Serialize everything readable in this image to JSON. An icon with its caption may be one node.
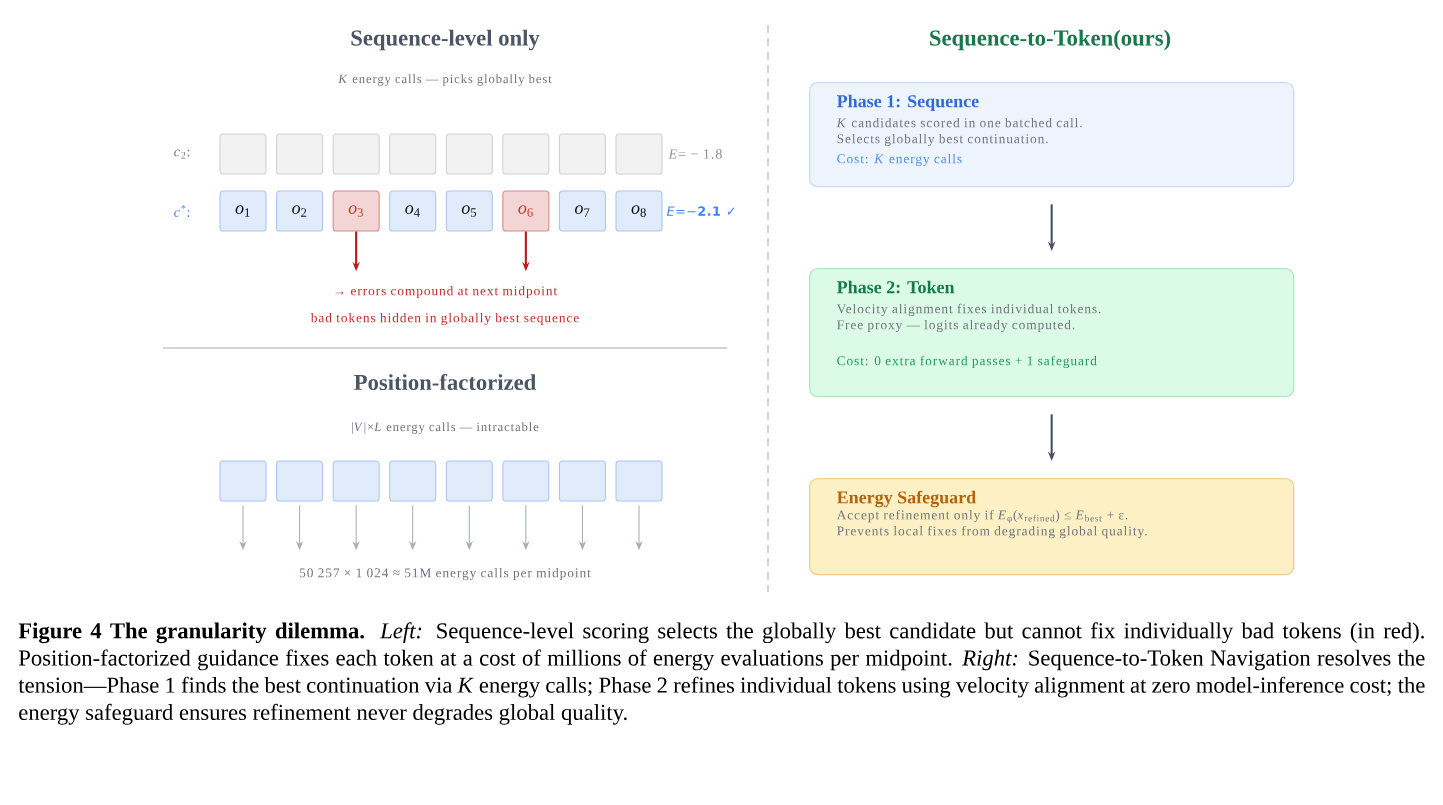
{
  "diagram": {
    "caption": "**Figure 4 The granularity dilemma.** *Left:* Sequence-level scoring selects the globally best candidate but cannot fix individually bad tokens (in red). Position-factorized guidance fixes each token at a cost of millions of energy evaluations per midpoint. *Right:* Sequence-to-Token Navigation resolves the tension—Phase 1 finds the best continuation via *K* energy calls; Phase 2 refines individual tokens using velocity alignment at zero model-inference cost; the energy safeguard ensures refinement never degrades global quality.",
    "nodes": [
      {
        "text": [],
        "shape": "box"
      },
      {
        "text": [],
        "shape": "box"
      },
      {
        "text": [],
        "shape": "box"
      },
      {
        "text": [],
        "shape": "box"
      },
      {
        "text": [],
        "shape": "box"
      },
      {
        "text": [],
        "shape": "box"
      },
      {
        "text": [],
        "shape": "box"
      },
      {
        "text": [],
        "shape": "box"
      },
      {
        "text": [
          "*o*$_{1}$"
        ]
      },
      {
        "text": [
          "*o*$_{2}$"
        ]
      },
      {
        "text": [
          "*o*$_{3}$"
        ]
      },
      {
        "text": [
          "*o*$_{4}$"
        ]
      },
      {
        "text": [
          "*o*$_{5}$"
        ]
      },
      {
        "text": [
          "*o*$_{6}$"
        ]
      },
      {
        "text": [
          "*o*$_{7}$"
        ]
      },
      {
        "text": [
          "*o*$_{8}$"
        ]
      },
      {
        "text": [],
        "shape": "box"
      },
      {
        "text": [],
        "shape": "box"
      },
      {
        "text": [],
        "shape": "box"
      },
      {
        "text": [],
        "shape": "box"
      },
      {
        "text": [],
        "shape": "box"
      },
      {
        "text": [],
        "shape": "box"
      },
      {
        "text": [],
        "shape": "box"
      },
      {
        "text": [],
        "shape": "box"
      },
      {
        "text": [
          "Phase 1: Sequence",
          "*K* candidates scored in one batched call.",
          "Selects globally best continuation.",
          "Cost: *K* energy calls"
        ]
      },
      {
        "text": [
          "Phase 2: Token",
          "Velocity alignment fixes individual tokens.",
          "Free proxy — logits already computed.",
          "Cost: 0 extra forward passes + 1 safeguard"
        ]
      },
      {
        "text": [
          "Energy Safeguard",
          "Accept refinement only if *E*$_{φ}$(*x*$_{refined}$) ≤ *E*$_{best}$ + ε.",
          "Prevents local fixes from degrading global quality."
        ]
      },
      {
        "text": [
          "→ errors compound at next midpoint"
        ]
      },
      {
        "text": [
          "50 257 × 1 024 ≈ 51M energy calls per midpoint"
        ]
      }
    ],
    "edges": [
      {
        "from": 10,
        "to": 27,
        "arrow": "to",
        "color": "#b71c1c"
      },
      {
        "from": 13,
        "to": 27,
        "arrow": "to",
        "color": "#b71c1c"
      },
      {
        "from": 16,
        "to": 28,
        "arrow": "to"
      },
      {
        "from": 17,
        "to": 28,
        "arrow": "to"
      },
      {
        "from": 18,
        "to": 28,
        "arrow": "to"
      },
      {
        "from": 19,
        "to": 28,
        "arrow": "to"
      },
      {
        "from": 20,
        "to": 28,
        "arrow": "to"
      },
      {
        "from": 21,
        "to": 28,
        "arrow": "to"
      },
      {
        "from": 22,
        "to": 28,
        "arrow": "to"
      },
      {
        "from": 23,
        "to": 28,
        "arrow": "to"
      },
      {
        "from": 24,
        "to": 25,
        "arrow": "to",
        "color": "#4b5160"
      },
      {
        "from": 25,
        "to": 26,
        "arrow": "to",
        "color": "#4b5160"
      }
    ],
    "labels": [
      "Sequence-level only",
      "*K* energy calls — picks globally best",
      "*c*$_{2}$:",
      "*E*= − 1.8",
      "*c*$^{*}$:",
      "*E*=−**2.1** ✓",
      "bad tokens hidden in globally best sequence",
      "Position-factorized",
      "|*V*|×*L* energy calls — intractable",
      "Sequence-to-Token(ours)"
    ]
  }
}
